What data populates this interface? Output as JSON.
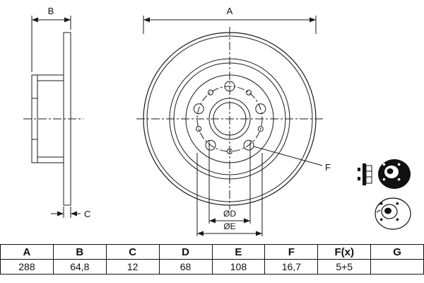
{
  "diagram": {
    "dim_a": "A",
    "dim_b": "B",
    "dim_c": "C",
    "dim_d": "ØD",
    "dim_e": "ØE",
    "dim_f": "F",
    "line_color": "#1a1a1a"
  },
  "table": {
    "headers": [
      "A",
      "B",
      "C",
      "D",
      "E",
      "F",
      "F(x)",
      "G"
    ],
    "values": [
      "288",
      "64,8",
      "12",
      "68",
      "108",
      "16,7",
      "5+5",
      ""
    ]
  }
}
